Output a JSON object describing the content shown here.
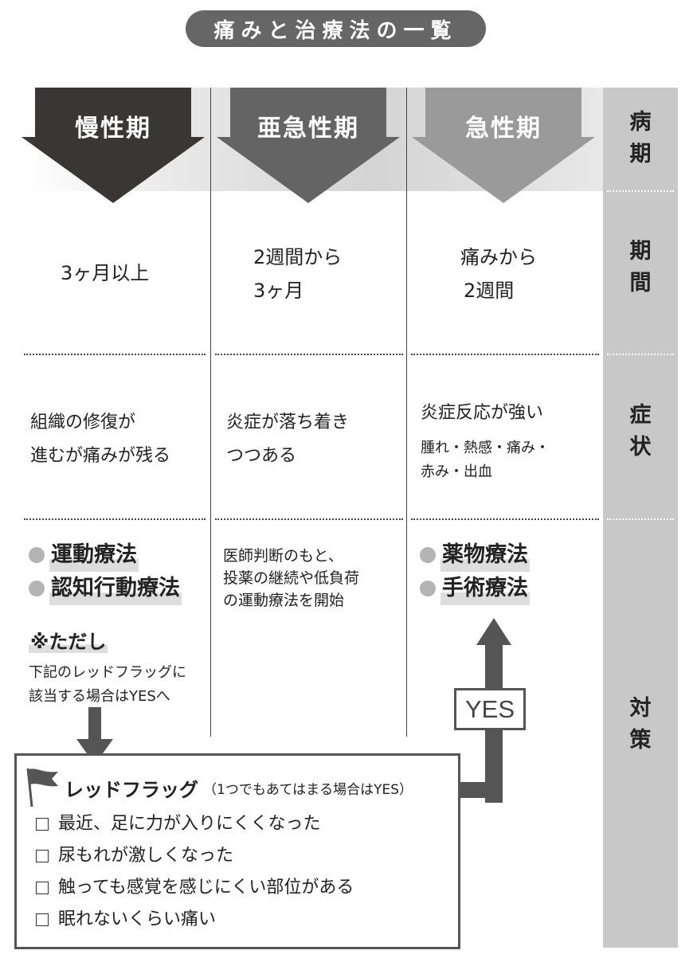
{
  "title": "痛みと治療法の一覧",
  "colors": {
    "chronic": "#3a3636",
    "subacute": "#646464",
    "acute": "#9a9a9a",
    "label_column": "#c8c8c8",
    "title_pill": "#666666",
    "connector": "#555555",
    "bullet": "#b4b4b4"
  },
  "phases": [
    {
      "name": "慢性期",
      "period": [
        "3ヶ月以上"
      ],
      "symptoms": [
        "組織の修復が",
        "進むが痛みが残る"
      ],
      "treatments": [
        "運動療法",
        "認知行動療法"
      ],
      "note_heading": "※ただし",
      "note_text": [
        "下記のレッドフラッグに",
        "該当する場合はYESへ"
      ]
    },
    {
      "name": "亜急性期",
      "period": [
        "2週間から",
        "3ヶ月"
      ],
      "symptoms": [
        "炎症が落ち着き",
        "つつある"
      ],
      "treatment_text": [
        "医師判断のもと、",
        "投薬の継続や低負荷",
        "の運動療法を開始"
      ]
    },
    {
      "name": "急性期",
      "period": [
        "痛みから",
        "2週間"
      ],
      "symptoms_main": "炎症反応が強い",
      "symptoms_detail": [
        "腫れ・熱感・痛み・",
        "赤み・出血"
      ],
      "treatments": [
        "薬物療法",
        "手術療法"
      ]
    }
  ],
  "row_labels": [
    {
      "chars": [
        "病",
        "期"
      ]
    },
    {
      "chars": [
        "期",
        "間"
      ]
    },
    {
      "chars": [
        "症",
        "状"
      ]
    },
    {
      "chars": [
        "対",
        "策"
      ]
    }
  ],
  "red_flag": {
    "title": "レッドフラッグ",
    "subtitle": "（1つでもあてはまる場合はYES）",
    "items": [
      "最近、足に力が入りにくくなった",
      "尿もれが激しくなった",
      "触っても感覚を感じにくい部位がある",
      "眠れないくらい痛い"
    ]
  },
  "yes_label": "YES",
  "icons": {
    "flag": "flag-icon",
    "checkbox": "checkbox-icon",
    "arrow_down": "arrow-down-icon",
    "arrow_up": "arrow-up-icon"
  }
}
